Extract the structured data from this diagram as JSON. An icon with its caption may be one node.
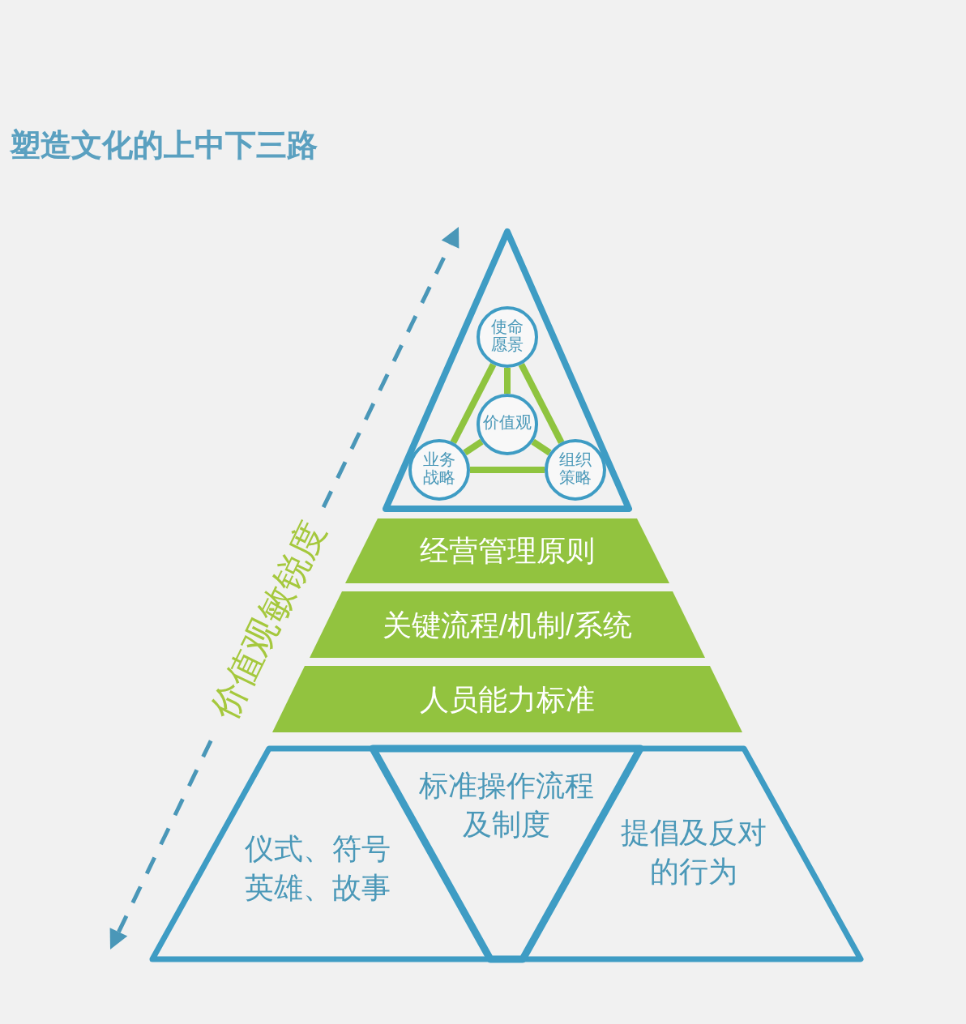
{
  "diagram": {
    "title": "塑造文化的上中下三路",
    "nodes": [
      {
        "text": [],
        "shape": "triangle"
      },
      {
        "text": [
          "使命愿景"
        ],
        "in": 0
      },
      {
        "text": [
          "价值观"
        ],
        "in": 0
      },
      {
        "text": [
          "业务战略"
        ],
        "in": 0
      },
      {
        "text": [
          "组织策略"
        ],
        "in": 0
      },
      {
        "text": [
          "经营管理原则"
        ]
      },
      {
        "text": [
          "关键流程/机制/系统"
        ]
      },
      {
        "text": [
          "人员能力标准"
        ]
      },
      {
        "text": [],
        "shape": "trapezoid"
      },
      {
        "text": [
          "仪式、符号英雄、故事"
        ],
        "in": 8
      },
      {
        "text": [
          "标准操作流程及制度"
        ],
        "in": 8
      },
      {
        "text": [
          "提倡及反对的行为"
        ],
        "in": 8
      }
    ],
    "edges": [
      {
        "from": 1,
        "to": 2,
        "arrow": "none"
      },
      {
        "from": 1,
        "to": 3,
        "arrow": "none"
      },
      {
        "from": 1,
        "to": 4,
        "arrow": "none"
      },
      {
        "from": 2,
        "to": 3,
        "arrow": "none"
      },
      {
        "from": 2,
        "to": 4,
        "arrow": "none"
      },
      {
        "from": 3,
        "to": 4,
        "arrow": "none"
      }
    ],
    "labels": [
      "价值观敏锐度"
    ]
  }
}
